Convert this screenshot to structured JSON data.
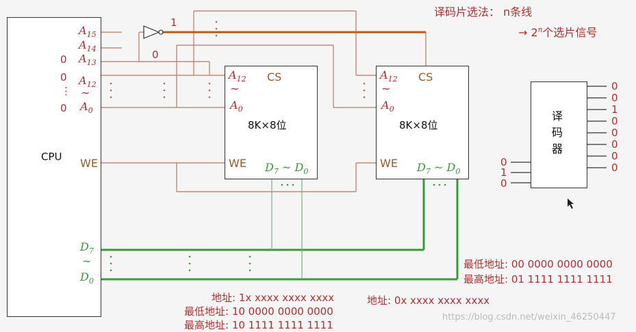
{
  "note": {
    "title": "译码片选法：  n条线",
    "result_arrow": "→",
    "result_base": "2",
    "result_exp": "n",
    "result_text": "个选片信号"
  },
  "cpu": {
    "label": "CPU",
    "we": "WE",
    "addr_a15": "A",
    "addr_a15_sub": "15",
    "addr_a14": "A",
    "addr_a14_sub": "14",
    "addr_a13": "A",
    "addr_a13_sub": "13",
    "addr_a12": "A",
    "addr_a12_sub": "12",
    "addr_a0": "A",
    "addr_a0_sub": "0",
    "tilde": "~",
    "d7": "D",
    "d7_sub": "7",
    "d0": "D",
    "d0_sub": "0"
  },
  "left_bits": [
    "0",
    "0",
    "⋮",
    "0"
  ],
  "inverter": {
    "out_bit": "1",
    "in_bit": "0"
  },
  "chip1": {
    "title": "8K×8位",
    "a12": "A",
    "a12_sub": "12",
    "a0": "A",
    "a0_sub": "0",
    "tilde": "~",
    "cs": "CS",
    "we": "WE",
    "data": "D",
    "data_hi": "7",
    "data_sep": "~",
    "data_lo": "0"
  },
  "chip2": {
    "title": "8K×8位",
    "a12": "A",
    "a12_sub": "12",
    "a0": "A",
    "a0_sub": "0",
    "tilde": "~",
    "cs": "CS",
    "we": "WE",
    "data": "D",
    "data_hi": "7",
    "data_sep": "~",
    "data_lo": "0"
  },
  "decoder": {
    "label": "译\n码\n器",
    "inputs": [
      "0",
      "1",
      "0"
    ],
    "outputs": [
      "0",
      "0",
      "1",
      "0",
      "0",
      "0",
      "0",
      "0"
    ]
  },
  "chip1_addr": {
    "line1": "地址: 1x xxxx xxxx xxxx",
    "line2": "最低地址: 10 0000 0000 0000",
    "line3": "最高地址: 10 1111 1111 1111"
  },
  "chip2_addr": {
    "line1": "地址: 0x xxxx xxxx xxxx",
    "line2": "最低地址: 00 0000 0000 0000",
    "line3": "最高地址: 01 1111 1111 1111"
  },
  "watermark": "https://blog.csdn.net/weixin_46250447",
  "colors": {
    "address_line": "#b06a4a",
    "data_line": "#3a9a3a",
    "highlight_line": "#b85a20",
    "text_red": "#b03030"
  }
}
